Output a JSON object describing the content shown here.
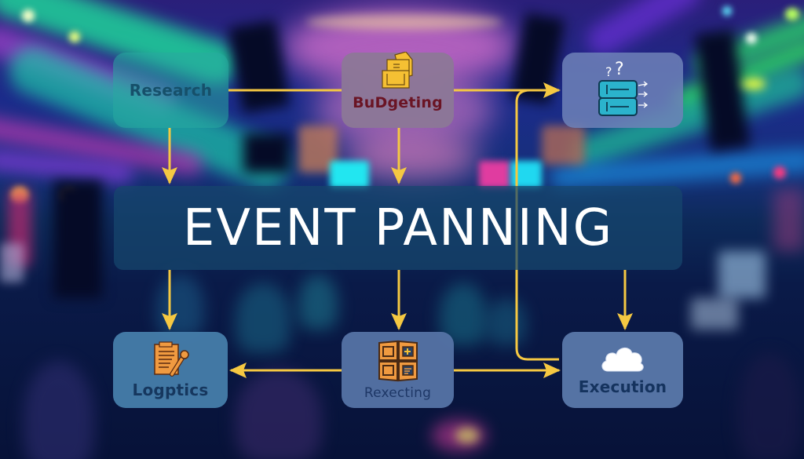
{
  "diagram": {
    "title": "EVENT PANNING",
    "nodes": [
      {
        "id": "research",
        "label": "Research",
        "icon": null
      },
      {
        "id": "budgeting",
        "label": "BuDgeting",
        "icon": "folders-icon"
      },
      {
        "id": "query",
        "label": "",
        "icon": "question-server-icon"
      },
      {
        "id": "logistics",
        "label": "Logptics",
        "icon": "document-wrench-icon"
      },
      {
        "id": "reporting",
        "label": "Rexecting",
        "icon": "calculator-grid-icon"
      },
      {
        "id": "execution",
        "label": "Execution",
        "icon": "cloud-icon"
      }
    ],
    "edges": [
      {
        "from": "research",
        "to": "query",
        "direction": "right"
      },
      {
        "from": "research",
        "to": "title",
        "direction": "down"
      },
      {
        "from": "budgeting",
        "to": "title",
        "direction": "down"
      },
      {
        "from": "title",
        "to": "logistics",
        "direction": "down"
      },
      {
        "from": "title",
        "to": "reporting",
        "direction": "down"
      },
      {
        "from": "title",
        "to": "execution",
        "direction": "down"
      },
      {
        "from": "execution",
        "to": "query",
        "direction": "up-right"
      },
      {
        "from": "reporting",
        "to": "logistics",
        "direction": "left"
      },
      {
        "from": "reporting",
        "to": "execution",
        "direction": "right"
      }
    ],
    "colors": {
      "arrow": "#f5c842",
      "title_text": "#ffffff",
      "banner_bg": "#16466e",
      "icon_orange": "#f09a40",
      "icon_yellow": "#f5c033",
      "icon_teal": "#2bb3cc"
    }
  }
}
